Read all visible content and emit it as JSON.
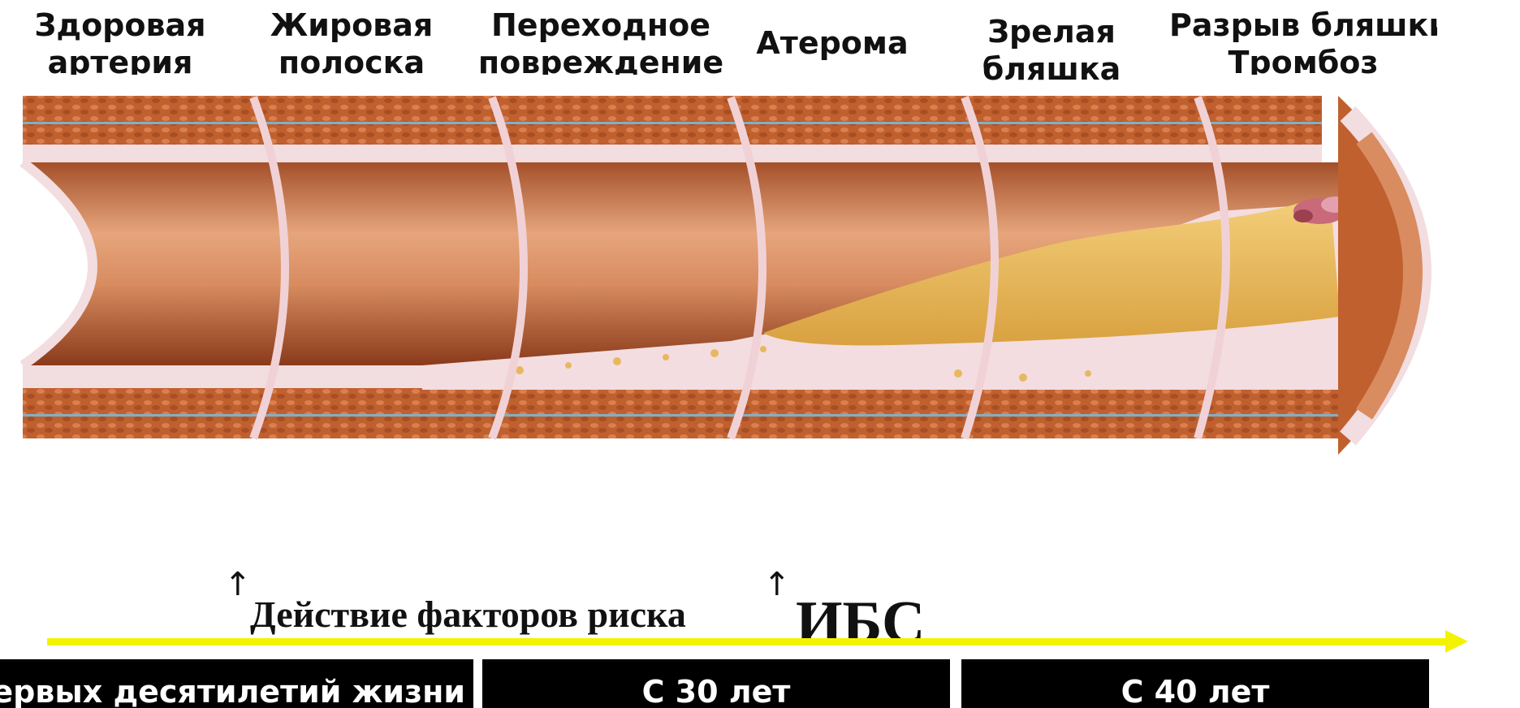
{
  "stages": [
    {
      "line1": "Здоровая",
      "line2": "артерия"
    },
    {
      "line1": "Жировая",
      "line2": "полоска"
    },
    {
      "line1": "Переходное",
      "line2": "повреждение"
    },
    {
      "line1": "Атерома",
      "line2": ""
    },
    {
      "line1": "Зрелая",
      "line2": "бляшка"
    },
    {
      "line1": "Разрыв бляшки",
      "line2": "Тромбоз"
    }
  ],
  "risk_factors": "Действие факторов риска",
  "ibs": "ИБС",
  "periods": [
    {
      "label": "первых десятилетий жизни"
    },
    {
      "label": "С 30 лет"
    },
    {
      "label": "С 40 лет"
    }
  ],
  "colors": {
    "timeline": "#f3f300",
    "lumen_dark": "#8b3a1a",
    "lumen_light": "#e8a880",
    "plaque": "#e9b95a",
    "wall": "#c8683c",
    "intima": "#f2dde0"
  }
}
